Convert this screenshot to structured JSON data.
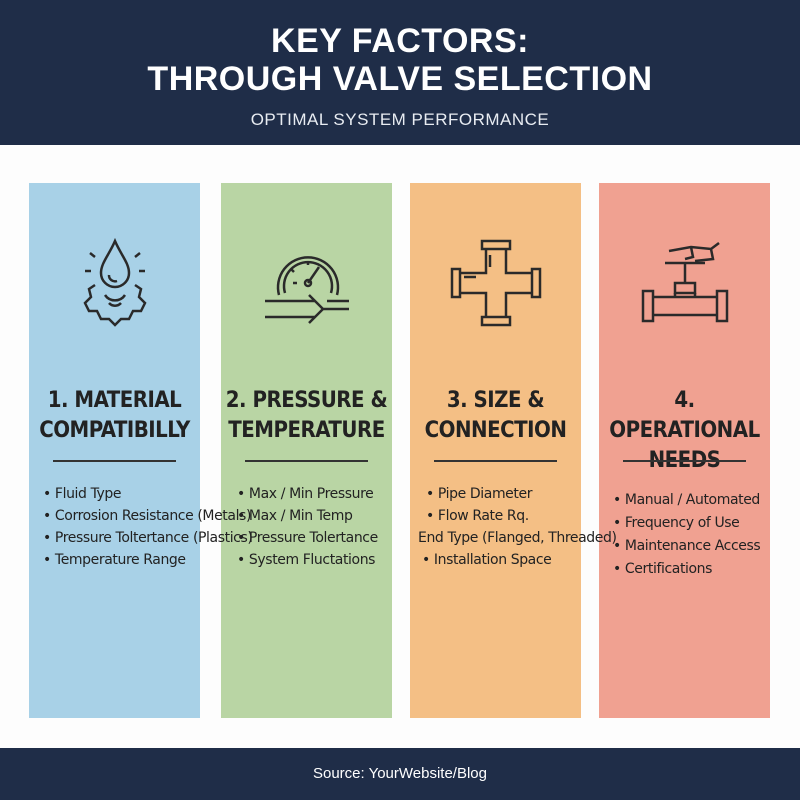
{
  "header": {
    "title_line1": "KEY FACTORS:",
    "title_line2": "THROUGH VALVE SELECTION",
    "subtitle": "OPTIMAL SYSTEM PERFORMANCE"
  },
  "columns": [
    {
      "title_line1": "1. MATERIAL",
      "title_line2": "COMPATIBILLY",
      "icon": "droplet-gear-icon",
      "color": "#a8d1e7",
      "items": [
        "Fluid Type",
        "Corrosion Resistance (Metals)",
        "Pressure Toltertance (Plastics)",
        "Temperature Range"
      ]
    },
    {
      "title_line1": "2. PRESSURE &",
      "title_line2": "TEMPERATURE",
      "icon": "gauge-arrow-icon",
      "color": "#b9d5a4",
      "items": [
        "Max / Min Pressure",
        "Max / Min Temp",
        "Pressure Tolertance",
        "System Fluctations"
      ]
    },
    {
      "title_line1": "3. SIZE &",
      "title_line2": "CONNECTION",
      "icon": "pipe-cross-icon",
      "color": "#f4bf85",
      "items": [
        "Pipe Diameter",
        "Flow Rate Rq.",
        "End Type (Flanged, Threaded)",
        "Installation Space"
      ]
    },
    {
      "title_line1": "4. OPERATIONAL",
      "title_line2": "NEEDS",
      "icon": "hand-valve-icon",
      "color": "#f0a191",
      "items": [
        "Manual / Automated",
        "Frequency of Use",
        "Maintenance Access",
        "Certifications"
      ]
    }
  ],
  "footer": {
    "source": "Source: YourWebsite/Blog"
  }
}
